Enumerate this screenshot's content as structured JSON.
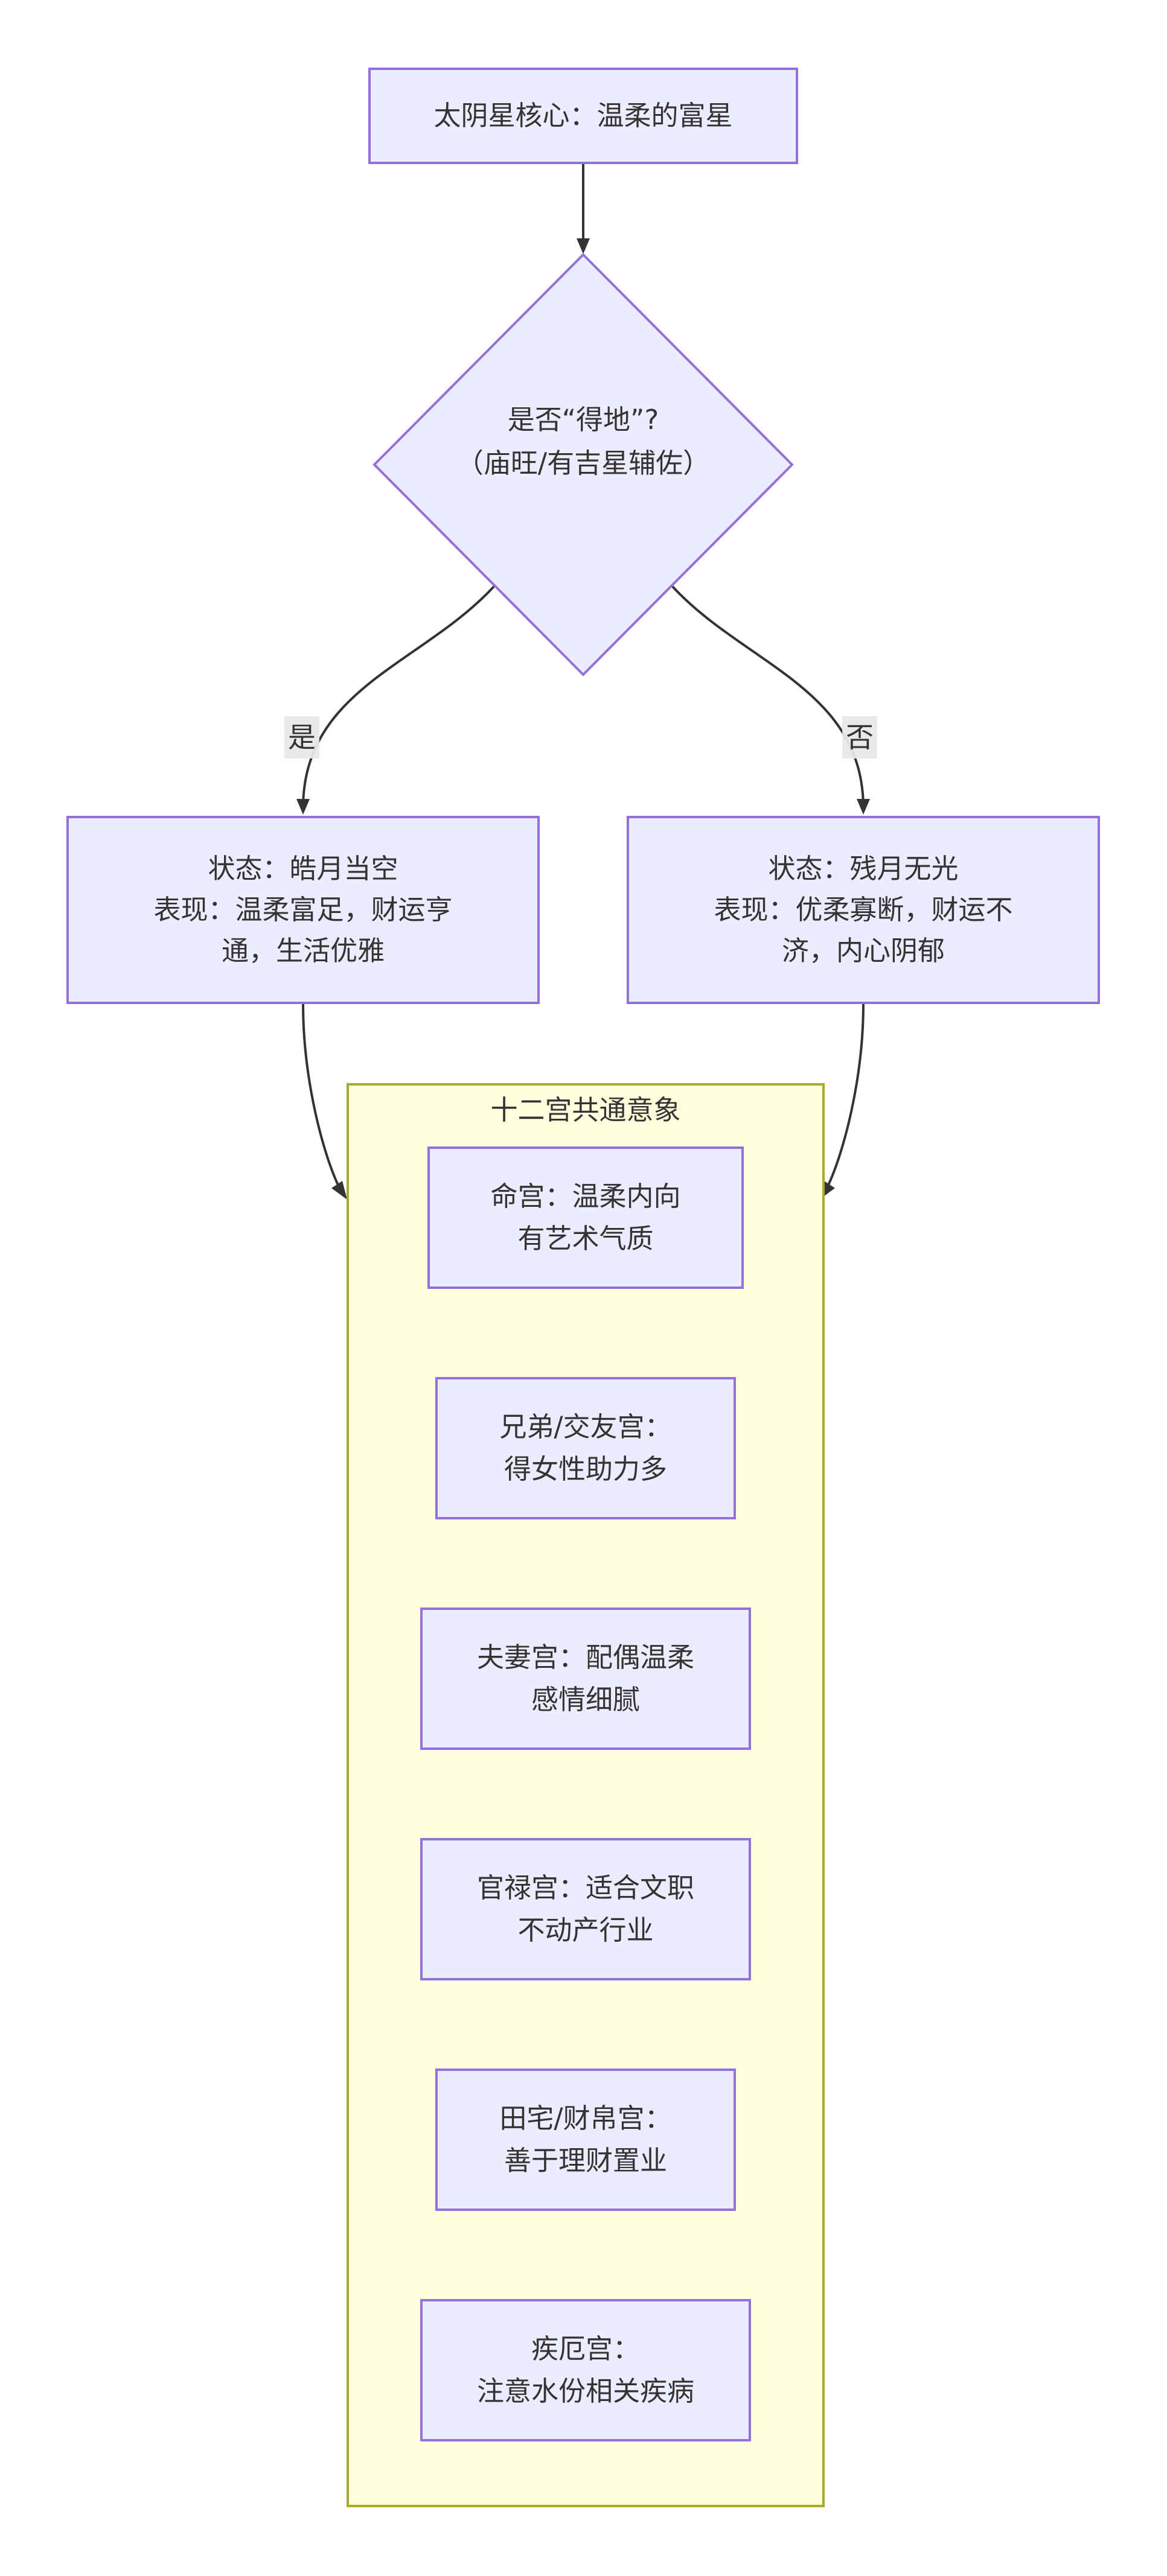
{
  "diagram_type": "flowchart",
  "root_node": {
    "label": "太阴星核心：温柔的富星"
  },
  "decision_node": {
    "line1": "是否“得地”?",
    "line2": "（庙旺/有吉星辅佐）"
  },
  "branch_labels": {
    "yes": "是",
    "no": "否"
  },
  "good_state_node": {
    "line1": "状态：皓月当空",
    "line2": "表现：温柔富足，财运亨",
    "line3": "通，生活优雅"
  },
  "bad_state_node": {
    "line1": "状态：残月无光",
    "line2": "表现：优柔寡断，财运不",
    "line3": "济，内心阴郁"
  },
  "palaces_container": {
    "title": "十二宫共通意象",
    "palaces": [
      {
        "line1": "命宫：温柔内向",
        "line2": "有艺术气质"
      },
      {
        "line1": "兄弟/交友宫：",
        "line2": "得女性助力多"
      },
      {
        "line1": "夫妻宫：配偶温柔",
        "line2": "感情细腻"
      },
      {
        "line1": "官禄宫：适合文职",
        "line2": "不动产行业"
      },
      {
        "line1": "田宅/财帛宫：",
        "line2": "善于理财置业"
      },
      {
        "line1": "疾厄宫：",
        "line2": "注意水份相关疾病"
      }
    ]
  },
  "colors": {
    "node_fill": "#ECECFF",
    "node_border": "#9370DB",
    "container_fill": "#FFFFDE",
    "container_border": "#AAAA33",
    "edge_line": "#333333",
    "text": "#333333",
    "edge_label_bg": "#E8E8E8"
  }
}
